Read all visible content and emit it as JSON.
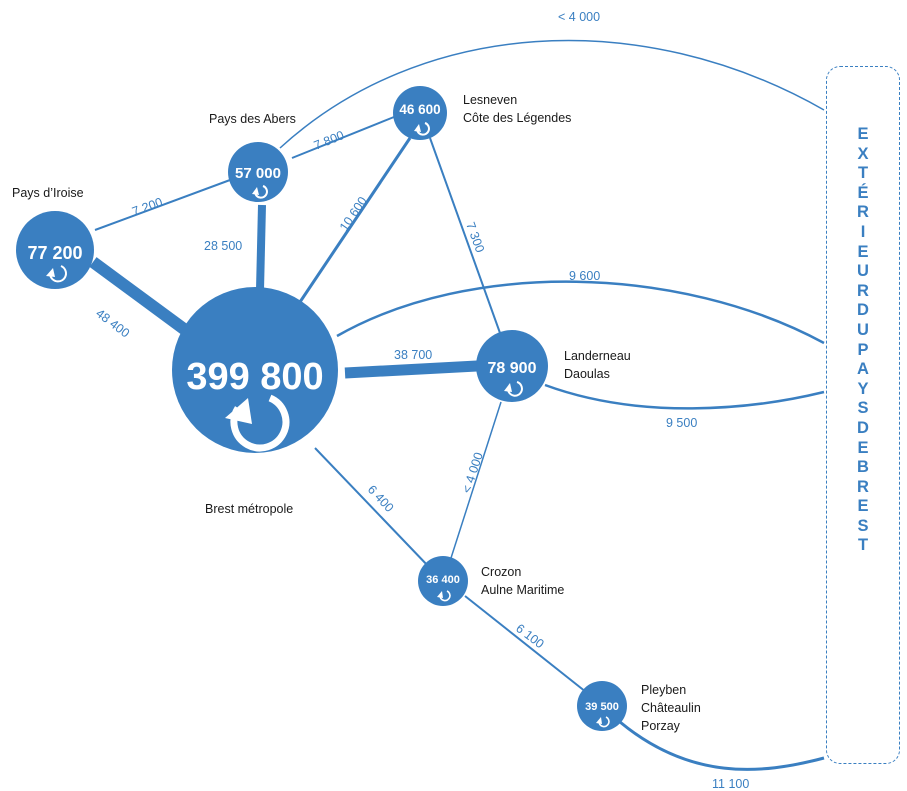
{
  "colors": {
    "accent": "#3a7fc1",
    "text": "#1a1a1a",
    "background": "#ffffff"
  },
  "nodes": {
    "brest": {
      "value": "399 800",
      "label_lines": [
        "Brest métropole"
      ]
    },
    "iroise": {
      "value": "77 200",
      "label_lines": [
        "Pays d’Iroise"
      ]
    },
    "abers": {
      "value": "57 000",
      "label_lines": [
        "Pays des Abers"
      ]
    },
    "lesneven": {
      "value": "46 600",
      "label_lines": [
        "Lesneven",
        "Côte des Légendes"
      ]
    },
    "landerneau": {
      "value": "78 900",
      "label_lines": [
        "Landerneau",
        "Daoulas"
      ]
    },
    "crozon": {
      "value": "36 400",
      "label_lines": [
        "Crozon",
        "Aulne Maritime"
      ]
    },
    "pleyben": {
      "value": "39 500",
      "label_lines": [
        "Pleyben",
        "Châteaulin",
        "Porzay"
      ]
    }
  },
  "flows": {
    "iroise_brest": {
      "value": "48 400"
    },
    "iroise_abers": {
      "value": "7 200"
    },
    "abers_brest": {
      "value": "28 500"
    },
    "abers_lesneven": {
      "value": "7 800"
    },
    "lesneven_brest": {
      "value": "10 600"
    },
    "lesneven_landerneau": {
      "value": "7 300"
    },
    "brest_landerneau": {
      "value": "38 700"
    },
    "landerneau_crozon": {
      "value": "< 4 000"
    },
    "brest_crozon": {
      "value": "6 400"
    },
    "crozon_pleyben": {
      "value": "6 100"
    },
    "abers_exterieur": {
      "value": "< 4 000"
    },
    "brest_exterieur": {
      "value": "9 600"
    },
    "landerneau_exterieur": {
      "value": "9 500"
    },
    "pleyben_exterieur": {
      "value": "11 100"
    }
  },
  "exterior": {
    "label": "EXTÉRIEUR DU PAYS DE BREST"
  },
  "icons": {
    "loop": "circular-arrow-icon"
  }
}
